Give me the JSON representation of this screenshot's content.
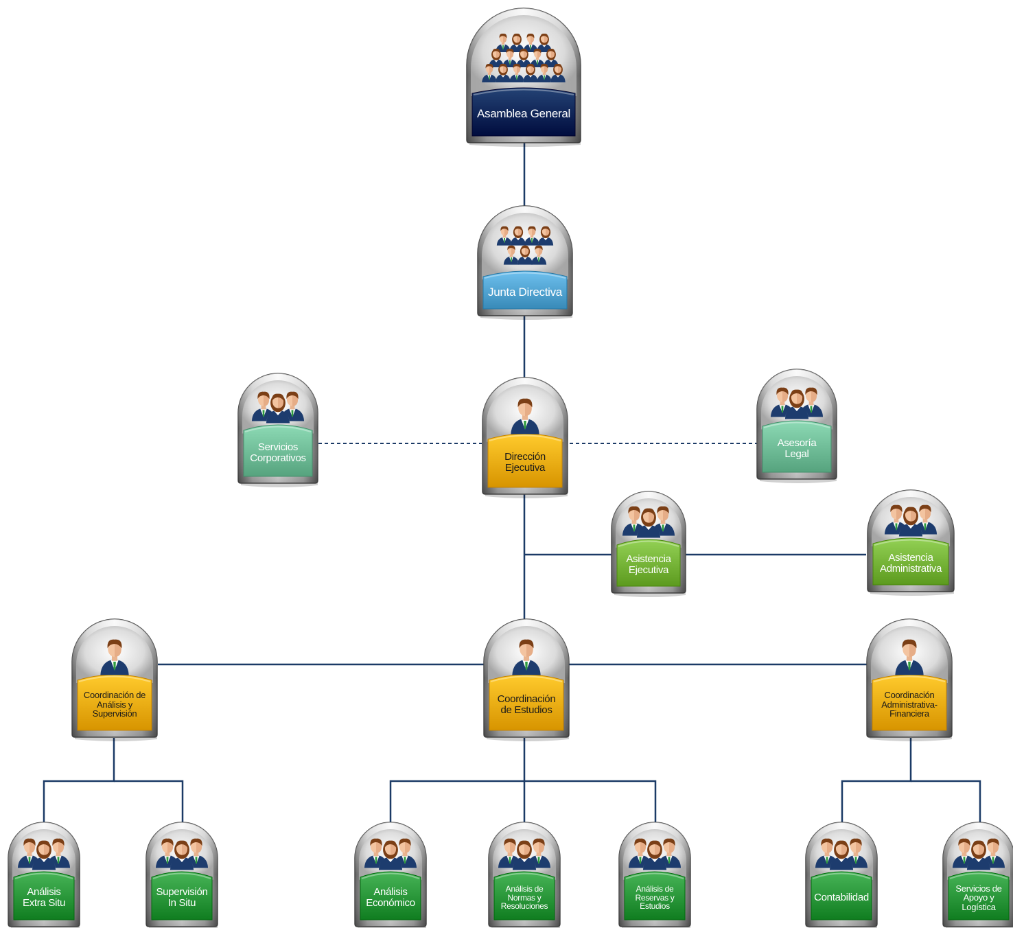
{
  "colors": {
    "navy": "#0b2a5c",
    "sky": "#56a8d6",
    "mint": "#74c19c",
    "amber": "#f5b214",
    "lime": "#7ab83c",
    "green": "#2e9b3e",
    "line": "#1b3a66"
  },
  "nodes": {
    "asamblea": {
      "label": "Asamblea General",
      "color": "navy",
      "people": "crowd"
    },
    "junta": {
      "label": "Junta Directiva",
      "color": "sky",
      "people": "group"
    },
    "direccion": {
      "label": "Dirección Ejecutiva",
      "color": "amber",
      "people": "one"
    },
    "servicios": {
      "label": "Servicios Corporativos",
      "color": "mint",
      "people": "three"
    },
    "asesoria": {
      "label": "Asesoría Legal",
      "color": "mint",
      "people": "three"
    },
    "asis_ejec": {
      "label": "Asistencia Ejecutiva",
      "color": "lime",
      "people": "three"
    },
    "asis_admin": {
      "label": "Asistencia Administrativa",
      "color": "lime",
      "people": "three"
    },
    "coord_anal": {
      "label": "Coordinación de Análisis y Supervisión",
      "color": "amber",
      "people": "one"
    },
    "coord_est": {
      "label": "Coordinación de Estudios",
      "color": "amber",
      "people": "one"
    },
    "coord_admin": {
      "label": "Coordinación Administrativa-Financiera",
      "color": "amber",
      "people": "one"
    },
    "extra_situ": {
      "label": "Análisis Extra Situ",
      "color": "green",
      "people": "three"
    },
    "in_situ": {
      "label": "Supervisión In Situ",
      "color": "green",
      "people": "three"
    },
    "economico": {
      "label": "Análisis Económico",
      "color": "green",
      "people": "three"
    },
    "normas": {
      "label": "Análisis de Normas y Resoluciones",
      "color": "green",
      "people": "three"
    },
    "reservas": {
      "label": "Análisis de Reservas y Estudios",
      "color": "green",
      "people": "three"
    },
    "contabilidad": {
      "label": "Contabilidad",
      "color": "green",
      "people": "three"
    },
    "apoyo": {
      "label": "Servicios de Apoyo y Logística",
      "color": "green",
      "people": "three"
    }
  }
}
